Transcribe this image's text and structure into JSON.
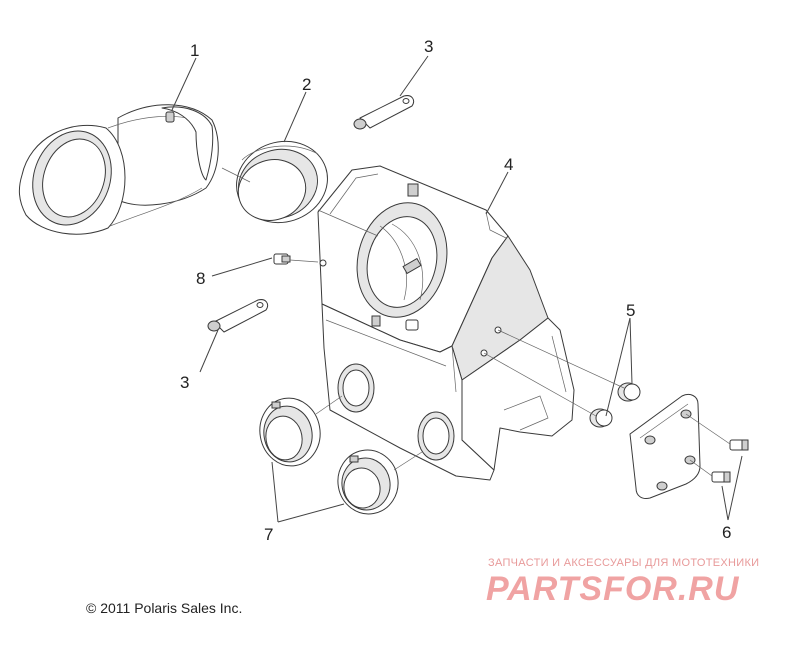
{
  "callouts": [
    {
      "id": "1",
      "label": "1"
    },
    {
      "id": "2",
      "label": "2"
    },
    {
      "id": "3a",
      "label": "3"
    },
    {
      "id": "4",
      "label": "4"
    },
    {
      "id": "8",
      "label": "8"
    },
    {
      "id": "3b",
      "label": "3"
    },
    {
      "id": "5",
      "label": "5"
    },
    {
      "id": "6",
      "label": "6"
    },
    {
      "id": "7",
      "label": "7"
    }
  ],
  "copyright": "© 2011 Polaris Sales Inc.",
  "watermark": {
    "subtitle": "ЗАПЧАСТИ И АКСЕССУАРЫ ДЛЯ МОТОТЕХНИКИ",
    "brand": "PARTSFOR.RU"
  }
}
